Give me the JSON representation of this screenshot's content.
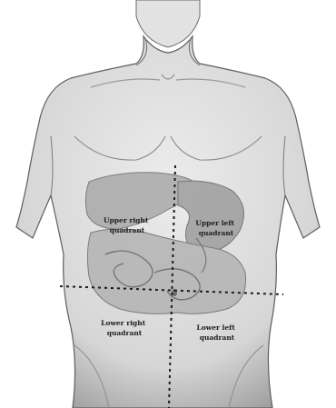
{
  "diagram": {
    "quadrants": {
      "upper_right": {
        "line1": "Upper right",
        "line2": "quadrant"
      },
      "upper_left": {
        "line1": "Upper left",
        "line2": "quadrant"
      },
      "lower_right": {
        "line1": "Lower right",
        "line2": "quadrant"
      },
      "lower_left": {
        "line1": "Lower left",
        "line2": "quadrant"
      }
    }
  }
}
